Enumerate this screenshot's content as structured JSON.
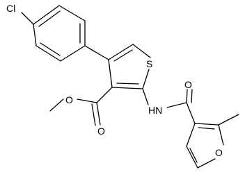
{
  "molecule": {
    "atoms": {
      "chlorine": "Cl",
      "sulfur": "S",
      "amide_nitrogen": "HN",
      "amide_oxygen": "O",
      "ester_carbonyl_oxygen": "O",
      "ester_alkoxy_oxygen": "O",
      "furan_oxygen": "O"
    }
  }
}
